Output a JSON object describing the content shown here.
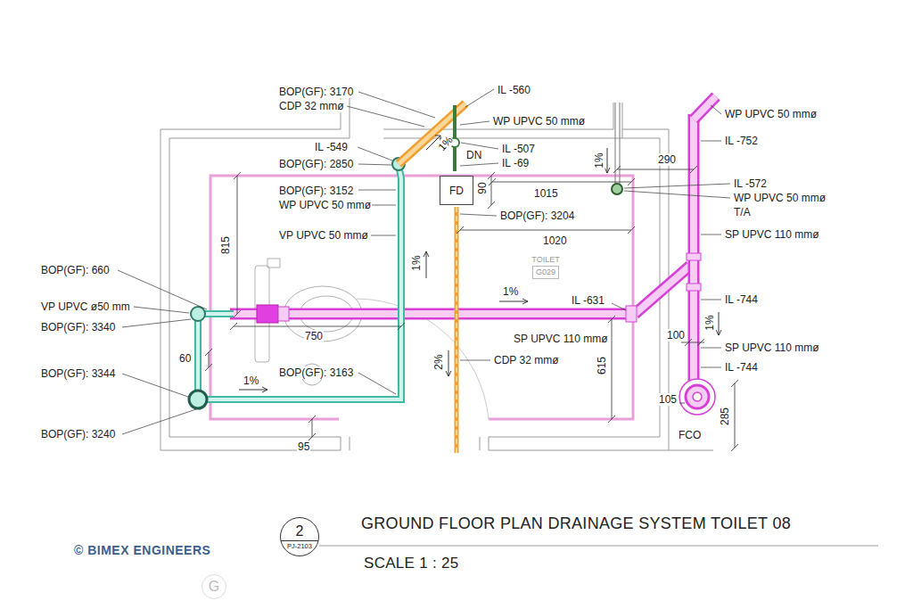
{
  "diagram": {
    "title": "GROUND FLOOR PLAN DRAINAGE SYSTEM TOILET 08",
    "caption": "SCALE 1 : 25",
    "nodes": [
      {
        "text": [
          "FD"
        ]
      },
      {
        "text": [
          "TOILET",
          "G029"
        ]
      },
      {
        "text": [
          "2",
          "PJ-2103"
        ]
      },
      {
        "text": [
          "G"
        ]
      }
    ],
    "labels": [
      "BOP(GF): 3170",
      "CDP 32 mmø",
      "IL -560",
      "WP UPVC 50 mmø",
      "1%",
      "IL -549",
      "IL -507",
      "DN",
      "IL -69",
      "BOP(GF): 2850",
      "90",
      "1015",
      "BOP(GF): 3152",
      "WP UPVC 50 mmø",
      "BOP(GF): 3204",
      "815",
      "VP UPVC 50 mmø",
      "1%",
      "1020",
      "BOP(GF): 660",
      "VP UPVC ø50 mm",
      "BOP(GF): 3340",
      "1%",
      "IL -631",
      "750",
      "60",
      "BOP(GF): 3344",
      "1%",
      "BOP(GF): 3163",
      "2%",
      "CDP 32 mmø",
      "SP UPVC 110 mmø",
      "615",
      "BOP(GF): 3240",
      "95",
      "WP UPVC 50 mmø",
      "IL -752",
      "1%",
      "290",
      "IL -572",
      "WP UPVC 50 mmø",
      "T/A",
      "SP UPVC 110 mmø",
      "IL -744",
      "100",
      "1%",
      "SP UPVC 110 mmø",
      "IL -744",
      "105",
      "FCO",
      "285",
      "© BIMEX ENGINEERS"
    ]
  }
}
